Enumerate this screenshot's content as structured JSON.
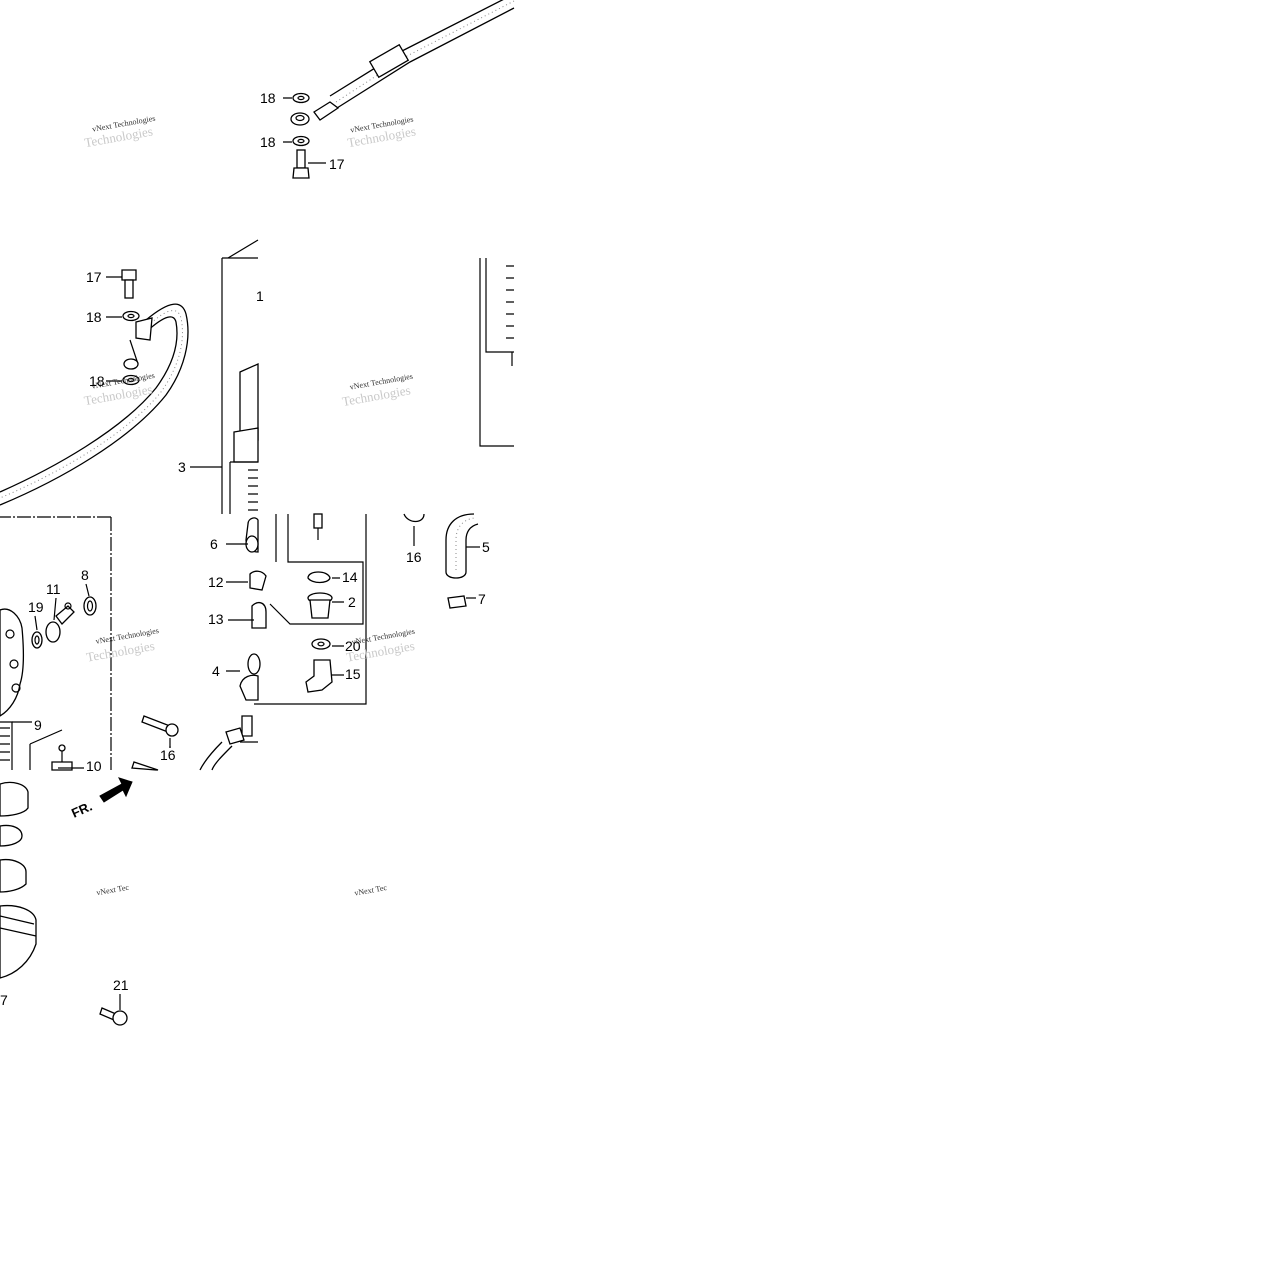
{
  "watermark": {
    "line1": "vNext Technologies",
    "line2": "Technologies",
    "short": "vNext Tec"
  },
  "direction_marker": "FR.",
  "callouts": [
    "18",
    "18",
    "17",
    "17",
    "18",
    "18",
    "3",
    "1",
    "6",
    "12",
    "13",
    "4",
    "16",
    "5",
    "14",
    "2",
    "7",
    "20",
    "15",
    "19",
    "11",
    "8",
    "9",
    "10",
    "16",
    "7",
    "21"
  ]
}
